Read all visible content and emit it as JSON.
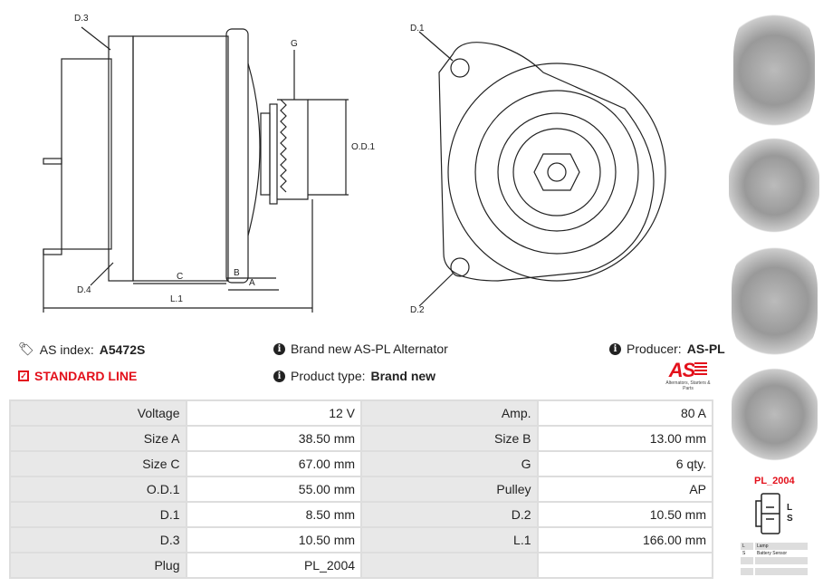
{
  "drawing": {
    "labels": {
      "d3": "D.3",
      "d4": "D.4",
      "g": "G",
      "od1": "O.D.1",
      "c": "C",
      "b": "B",
      "a": "A",
      "l1": "L.1",
      "d1": "D.1",
      "d2": "D.2"
    }
  },
  "info": {
    "as_index_label": "AS index:",
    "as_index_value": "A5472S",
    "line": "STANDARD LINE",
    "description": "Brand new AS-PL Alternator",
    "product_type_label": "Product type:",
    "product_type_value": "Brand new",
    "producer_label": "Producer:",
    "producer_value": "AS-PL",
    "logo_text": "AS",
    "logo_tagline": "Alternators, Starters & Parts"
  },
  "specs": [
    [
      "Voltage",
      "12 V",
      "Amp.",
      "80 A"
    ],
    [
      "Size A",
      "38.50 mm",
      "Size B",
      "13.00 mm"
    ],
    [
      "Size C",
      "67.00 mm",
      "G",
      "6 qty."
    ],
    [
      "O.D.1",
      "55.00 mm",
      "Pulley",
      "AP"
    ],
    [
      "D.1",
      "8.50 mm",
      "D.2",
      "10.50 mm"
    ],
    [
      "D.3",
      "10.50 mm",
      "L.1",
      "166.00 mm"
    ],
    [
      "Plug",
      "PL_2004",
      "",
      ""
    ]
  ],
  "plug": {
    "name": "PL_2004",
    "pins": [
      "L",
      "S"
    ],
    "legend": [
      [
        "L",
        "Lamp"
      ],
      [
        "S",
        "Battery Sensor"
      ]
    ]
  },
  "colors": {
    "accent": "#e3101b"
  }
}
